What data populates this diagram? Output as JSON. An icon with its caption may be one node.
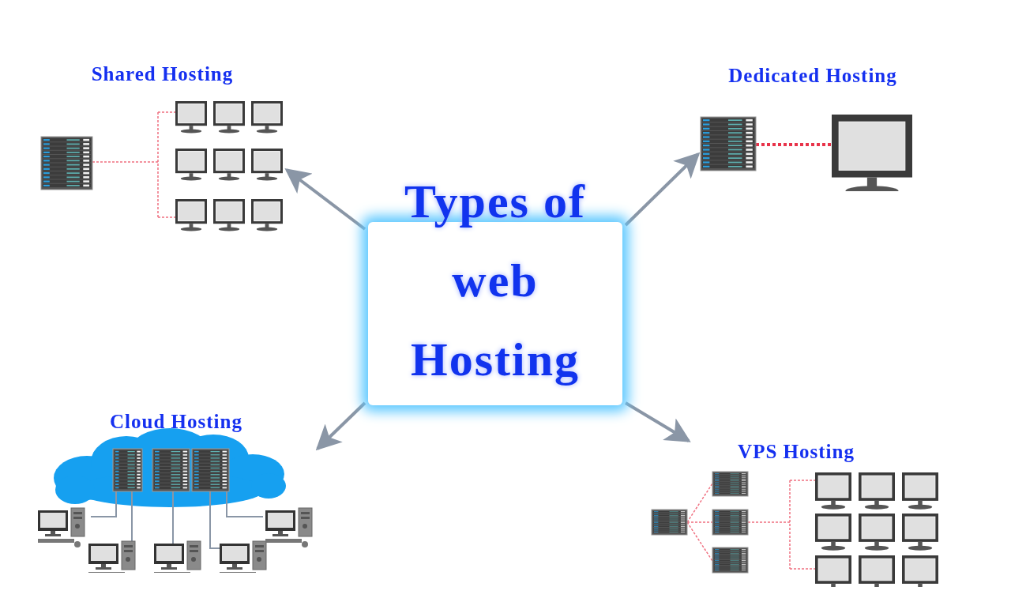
{
  "diagram": {
    "nodes": [
      {
        "text": [
          "Types of web Hosting"
        ]
      },
      {
        "text": [
          "Shared Hosting"
        ]
      },
      {
        "text": [
          "Dedicated Hosting"
        ]
      },
      {
        "text": [
          "Cloud Hosting"
        ]
      },
      {
        "text": [
          "VPS Hosting"
        ]
      }
    ],
    "edges": [
      {
        "from": 0,
        "to": 1,
        "arrow": "to"
      },
      {
        "from": 0,
        "to": 2,
        "arrow": "to"
      },
      {
        "from": 0,
        "to": 3,
        "arrow": "to"
      },
      {
        "from": 0,
        "to": 4,
        "arrow": "to"
      }
    ]
  }
}
